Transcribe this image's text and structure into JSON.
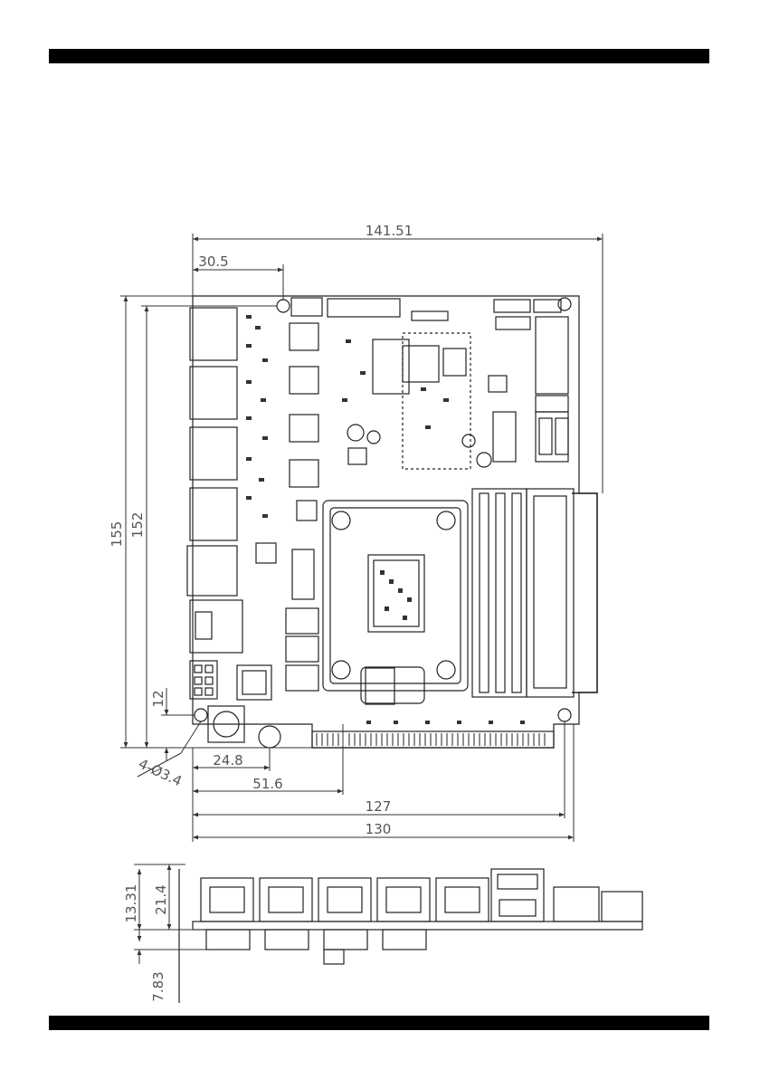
{
  "top_view": {
    "width_overall": "141.51",
    "offset_top": "30.5",
    "height_overall": "155",
    "height_board": "152",
    "offset_left_12": "12",
    "hole_spec": "4-Ø3.4",
    "offset_bottom_1": "24.8",
    "offset_bottom_2": "51.6",
    "width_127": "127",
    "width_130": "130"
  },
  "side_view": {
    "height_total": "13.31",
    "height_upper": "21.4",
    "height_lower": "7.83"
  }
}
